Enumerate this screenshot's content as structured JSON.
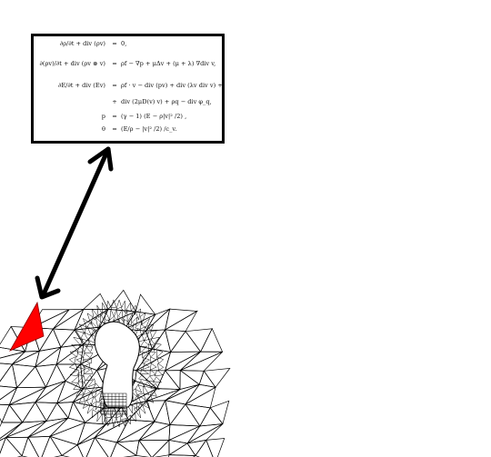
{
  "equations": [
    {
      "lhs": "∂ρ/∂t + div (ρv)",
      "op": "=",
      "rhs": "0,"
    },
    {
      "lhs": "∂(ρv)/∂t + div (ρv ⊗ v)",
      "op": "=",
      "rhs": "ρf − ∇p + μΔv + (μ + λ) ∇div v,"
    },
    {
      "lhs": "∂E/∂t + div (Ev)",
      "op": "=",
      "rhs": "ρf · v − div (pv) + div (λv div v) +"
    },
    {
      "lhs": "",
      "op": "+",
      "rhs": "div (2μD(v) v) + ρq − div φ_q,"
    },
    {
      "lhs": "p",
      "op": "=",
      "rhs": "(γ − 1) (E − ρ|v|² /2) ,"
    },
    {
      "lhs": "θ",
      "op": "=",
      "rhs": "(E/ρ − |v|² /2) /c_v."
    }
  ],
  "colors": {
    "highlight_cell": "#ff0000",
    "mesh": "#000000",
    "frame": "#000000"
  }
}
